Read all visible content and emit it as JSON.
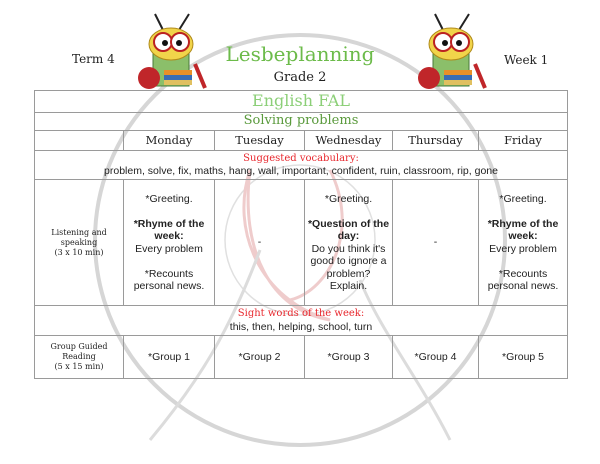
{
  "header": {
    "term": "Term 4",
    "title": "Lesbeplanning",
    "grade": "Grade 2",
    "week": "Week 1"
  },
  "subject": "English FAL",
  "theme": "Solving problems",
  "days": [
    "Monday",
    "Tuesday",
    "Wednesday",
    "Thursday",
    "Friday"
  ],
  "vocabulary": {
    "label": "Suggested vocabulary:",
    "words": "problem, solve, fix, maths, hang, wall, important, confident, ruin, classroom, rip, gone"
  },
  "listening": {
    "label": "Listening and speaking",
    "duration": "(3 x 10 min)",
    "monday": {
      "greeting": "*Greeting.",
      "heading": "*Rhyme of the week:",
      "text": "Every problem",
      "recount": "*Recounts personal news."
    },
    "tuesday": "-",
    "wednesday": {
      "greeting": "*Greeting.",
      "heading": "*Question of the day:",
      "text": "Do you think it's good to ignore a problem? Explain."
    },
    "thursday": "-",
    "friday": {
      "greeting": "*Greeting.",
      "heading": "*Rhyme of the week:",
      "text": "Every problem",
      "recount": "*Recounts personal news."
    }
  },
  "sight_words": {
    "label": "Sight words of the week:",
    "words": "this, then, helping, school, turn"
  },
  "guided_reading": {
    "label": "Group Guided Reading",
    "duration": "(5 x 15 min)",
    "groups": [
      "*Group 1",
      "*Group 2",
      "*Group 3",
      "*Group 4",
      "*Group 5"
    ]
  },
  "colors": {
    "title_green": "#6cbb4a",
    "subject_green": "#8ccf78",
    "theme_green": "#5a9a3c",
    "label_red": "#e8282e",
    "border": "#9a9a9a"
  }
}
